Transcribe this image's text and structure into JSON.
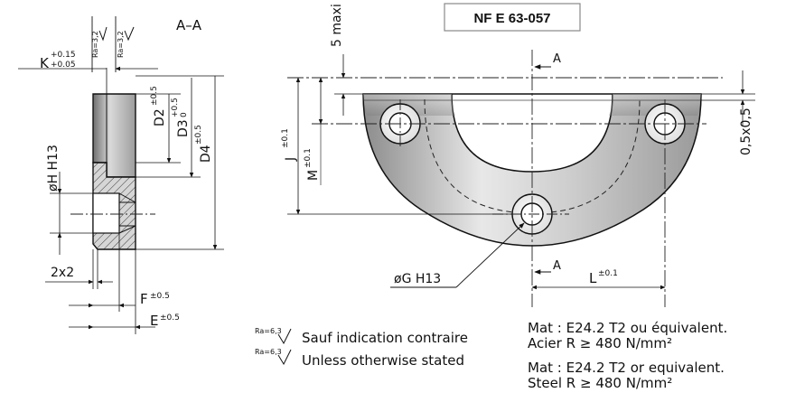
{
  "standard_ref": "NF E 63-057",
  "section_label": "A–A",
  "dims": {
    "K": "K",
    "K_tol_upper": "+0.15",
    "K_tol_lower": "+0.05",
    "ra_left": "Ra=3,2",
    "ra_right": "Ra=3,2",
    "D2": "D2",
    "D2_tol": "±0.5",
    "D3": "D3",
    "D3_tol_upper": "+0.5",
    "D3_tol_lower": "0",
    "D4": "D4",
    "D4_tol": "±0.5",
    "H": "øH H13",
    "chamfer": "2x2",
    "F": "F",
    "F_tol": "±0.5",
    "E": "E",
    "E_tol": "±0.5",
    "maxi": "5 maxi",
    "J": "J",
    "J_tol": "±0.1",
    "M": "M",
    "M_tol": "±0.1",
    "G": "øG H13",
    "L": "L",
    "L_tol": "±0.1",
    "bevel": "0,5x0,5",
    "section_top": "A",
    "section_bottom": "A"
  },
  "notes": {
    "ra_sym_1": "Ra=6,3",
    "ra_sym_2": "Ra=6,3",
    "fr_default": "Sauf indication contraire",
    "en_default": "Unless otherwise stated",
    "mat_fr_1": "Mat  :  E24.2  T2  ou  équivalent.",
    "mat_fr_2": "Acier  R ≥ 480  N/mm²",
    "mat_en_1": "Mat  :  E24.2  T2  or  equivalent.",
    "mat_en_2": "Steel  R ≥ 480  N/mm²"
  },
  "colors": {
    "line": "#111111",
    "center_line": "#222222",
    "metal_light": "#e6e6e6",
    "metal_dark": "#8a8a8a"
  }
}
